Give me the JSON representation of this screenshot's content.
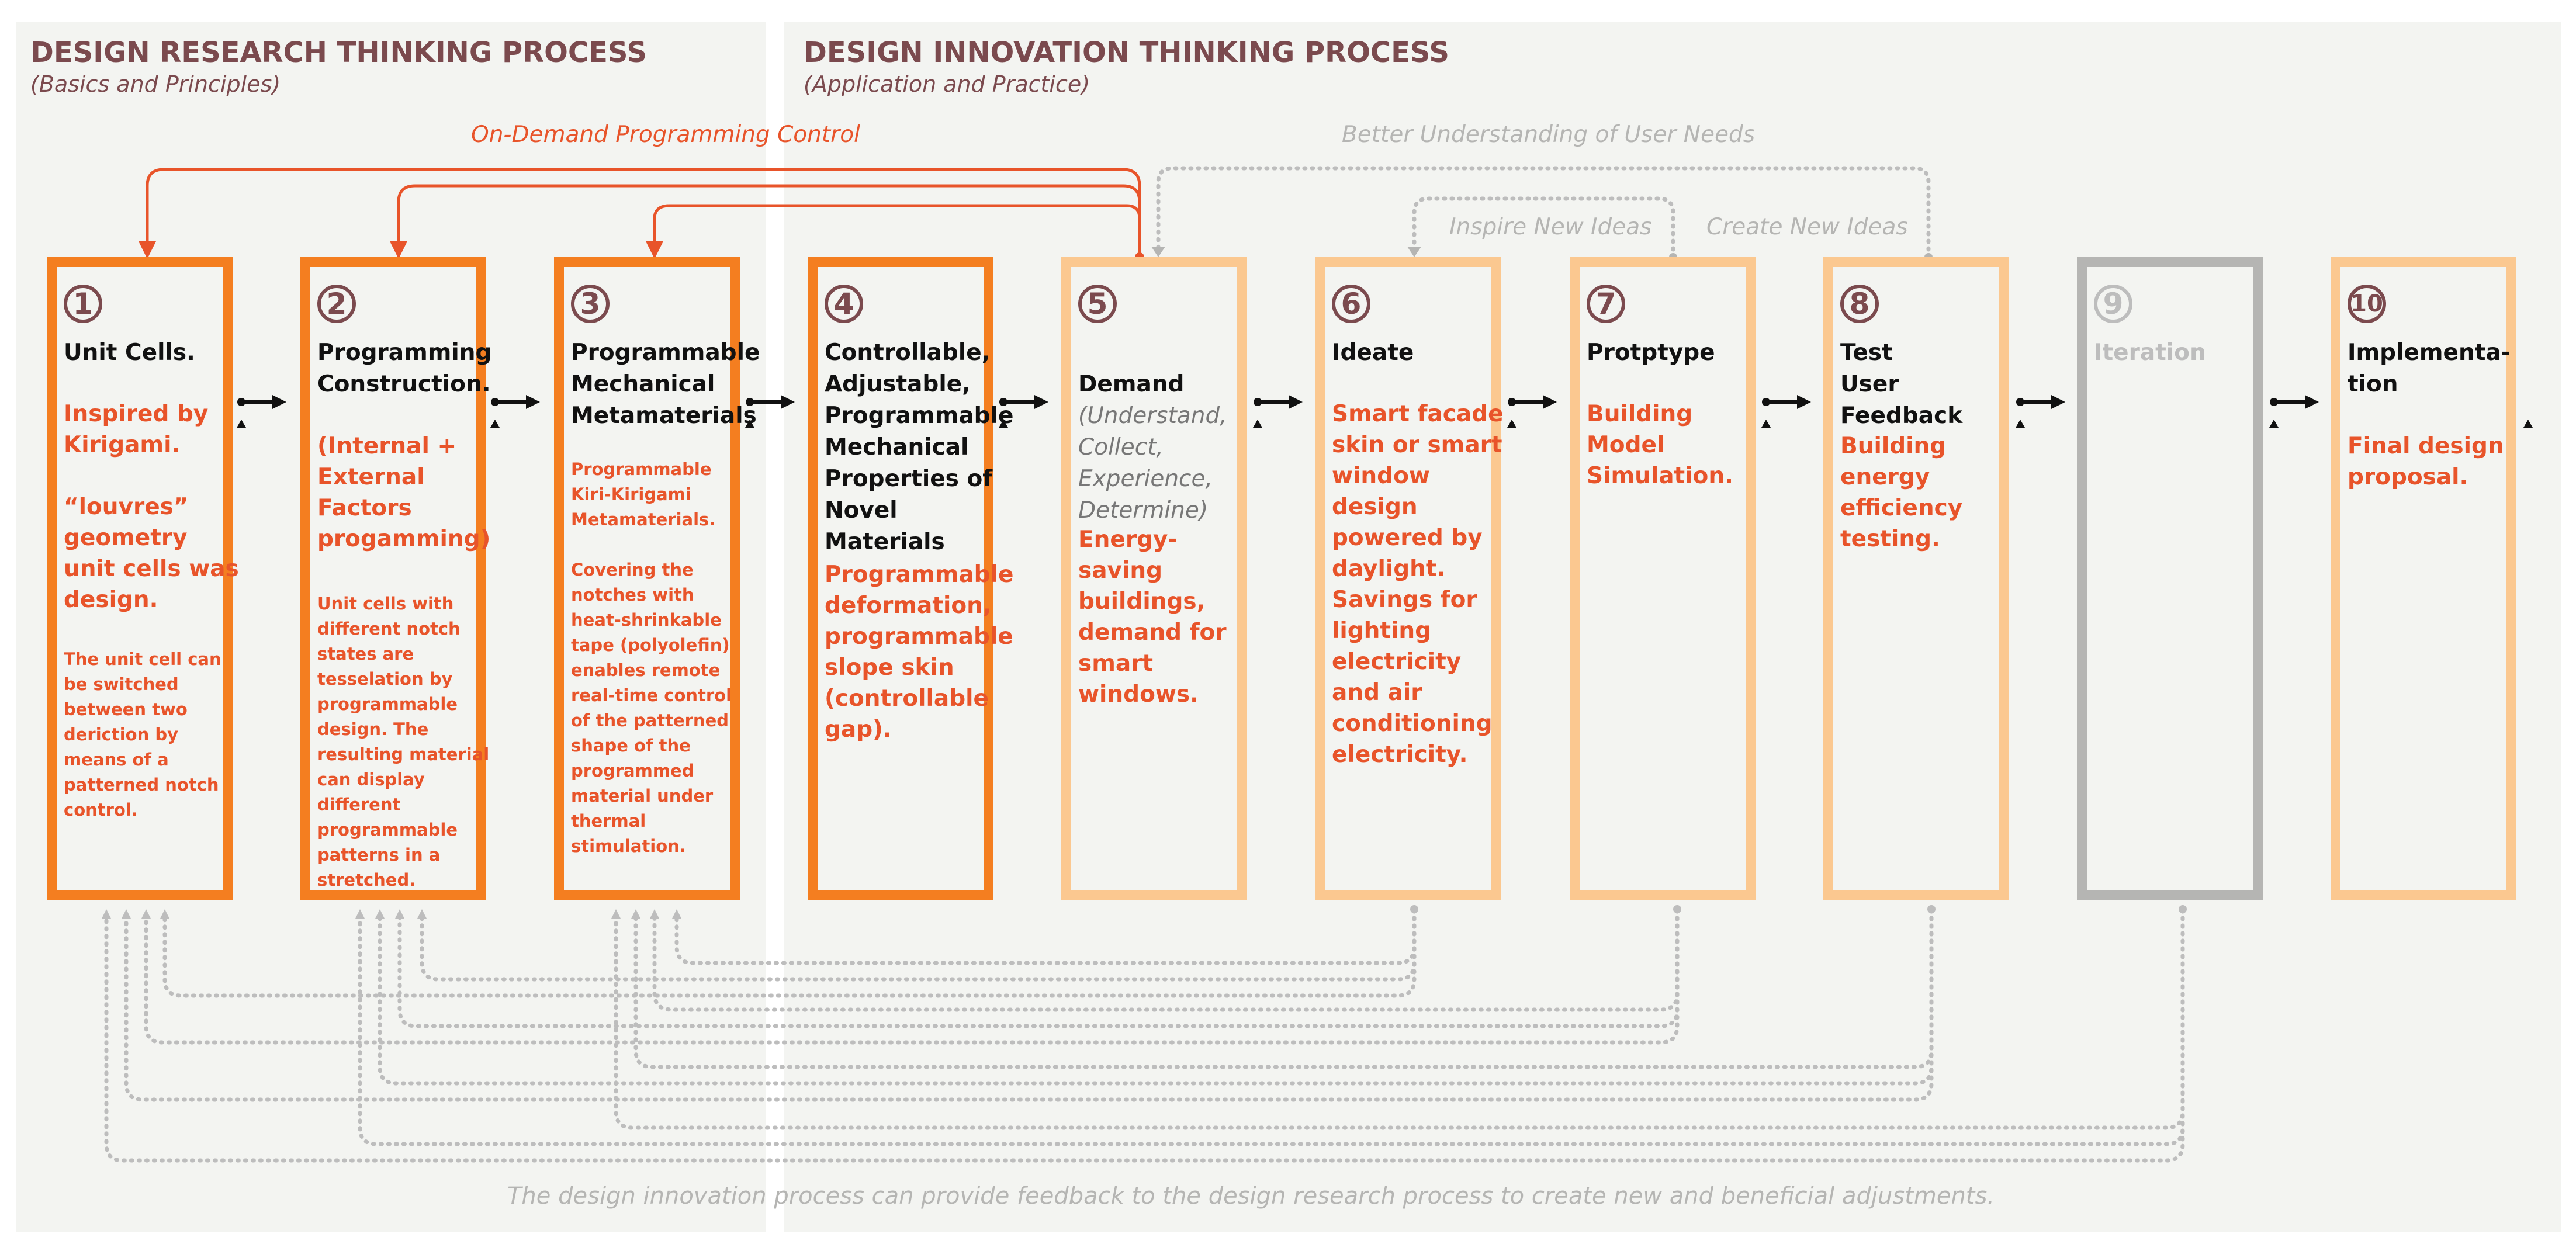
{
  "colors": {
    "research_orange": "#f47e20",
    "innovation_peach": "#fbc890",
    "iteration_gray": "#b5b5b3",
    "red_text": "#e8542a",
    "title_brown": "#7b4a4e",
    "arrow_red": "#e8542a",
    "dotted_gray": "#bdbdbd"
  },
  "panels": {
    "research": {
      "title": "DESIGN RESEARCH THINKING PROCESS",
      "subtitle": "(Basics and Principles)"
    },
    "innovation": {
      "title": "DESIGN INNOVATION THINKING PROCESS",
      "subtitle": "(Application and Practice)"
    }
  },
  "labels": {
    "on_demand": "On-Demand Programming Control",
    "better_understanding": "Better Understanding of User Needs",
    "inspire": "Inspire New Ideas",
    "create": "Create New Ideas",
    "footer": "The design innovation process can provide feedback to the design research process to create new and beneficial adjustments."
  },
  "steps": [
    {
      "number": "1",
      "title": "Unit Cells.",
      "body1": "Inspired by Kirigami.\n\n“louvres” geometry unit cells was design.",
      "body2": "The unit cell can be switched between two deriction by means of a patterned notch control.",
      "style": "research"
    },
    {
      "number": "2",
      "title": "Programming Construction.",
      "body1": "(Internal + External Factors progamming)",
      "body2": "Unit cells with different notch states are tesselation by programmable design. The resulting material can display different programmable patterns in a stretched.",
      "style": "research"
    },
    {
      "number": "3",
      "title": "Programmable Mechanical Metamaterials",
      "body1": "",
      "body2": "Programmable Kiri-Kirigami Metamaterials.\n\nCovering the notches with heat-shrinkable tape (polyolefin) enables remote real-time control of the patterned shape of the programmed material under thermal stimulation.",
      "style": "research"
    },
    {
      "number": "4",
      "title": "Controllable, Adjustable, Programmable Mechanical Properties of Novel Materials",
      "body1": "Programmable deformation, programmable slope skin (controllable gap).",
      "body2": "",
      "style": "research"
    },
    {
      "number": "5",
      "title": "Demand",
      "subtitle": "(Understand, Collect, Experience, Determine)",
      "body1": "Energy-saving buildings, demand for smart windows.",
      "body2": "",
      "style": "innovation"
    },
    {
      "number": "6",
      "title": "Ideate",
      "body1": "Smart facade skin or smart window design powered by daylight. Savings for lighting electricity and air conditioning electricity.",
      "body2": "",
      "style": "innovation"
    },
    {
      "number": "7",
      "title": "Protptype",
      "body1": "Building Model Simulation.",
      "body2": "",
      "style": "innovation"
    },
    {
      "number": "8",
      "title": "Test\nUser Feedback",
      "body1": "Building energy efficiency testing.",
      "body2": "",
      "style": "innovation"
    },
    {
      "number": "9",
      "title": "Iteration",
      "body1": "",
      "body2": "",
      "style": "iteration"
    },
    {
      "number": "10",
      "title": "Implementa-\ntion",
      "body1": "Final design proposal.",
      "body2": "",
      "style": "innovation"
    }
  ]
}
